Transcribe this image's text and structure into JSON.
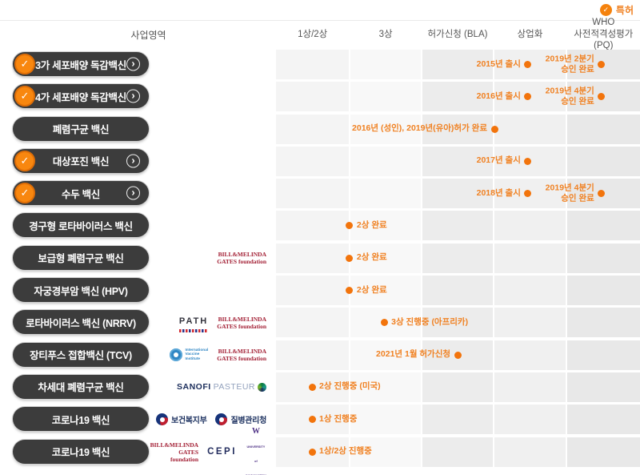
{
  "legend": {
    "label": "특허"
  },
  "icons": {
    "check": "✓",
    "chevron": "›"
  },
  "colors": {
    "accent_orange": "#f2740c",
    "text_orange": "#f08122",
    "pill_dark": "#3c3c3c",
    "gates_red": "#a32035",
    "uw_purple": "#4b2e83",
    "cell_shades": [
      "#f4f4f4",
      "#f8f8f8",
      "#ececec",
      "#f0f0f0",
      "#e8e8e8"
    ]
  },
  "columns": {
    "business_label": "사업영역",
    "stages": [
      "1상/2상",
      "3상",
      "허가신청 (BLA)",
      "상업화",
      "WHO\n사전적격성평가(PQ)"
    ]
  },
  "logos_def": {
    "gates": {
      "name": "bill-melinda-gates-foundation-logo",
      "text": "BILL&MELINDA\nGATES foundation"
    },
    "path": {
      "name": "path-logo",
      "text": "PATH"
    },
    "ivi": {
      "name": "international-vaccine-institute-logo",
      "text": "International\nVaccine\nInstitute"
    },
    "sanofi": {
      "name": "sanofi-pasteur-logo",
      "bold": "SANOFI",
      "light": "PASTEUR"
    },
    "mohw": {
      "name": "ministry-of-health-welfare-logo",
      "text": "보건복지부"
    },
    "kdca": {
      "name": "korea-disease-control-agency-logo",
      "text": "질병관리청"
    },
    "cepi": {
      "name": "cepi-logo",
      "text": "CEPI"
    },
    "uw": {
      "name": "university-of-washington-logo",
      "w": "W",
      "sub": "UNIVERSITY of\nWASHINGTON"
    }
  },
  "rows": [
    {
      "name": "3가 세포배양 독감백신",
      "patented": true,
      "chevron": true,
      "logos": [],
      "milestones": [
        {
          "label": "2015년 출시",
          "x": 69.2,
          "side": "left"
        },
        {
          "label": "2019년 2분기\n승인 완료",
          "x": 89.4,
          "side": "left"
        }
      ]
    },
    {
      "name": "4가 세포배양 독감백신",
      "patented": true,
      "chevron": true,
      "logos": [],
      "milestones": [
        {
          "label": "2016년 출시",
          "x": 69.2,
          "side": "left"
        },
        {
          "label": "2019년 4분기\n승인 완료",
          "x": 89.4,
          "side": "left"
        }
      ]
    },
    {
      "name": "폐렴구균 백신",
      "patented": false,
      "chevron": false,
      "logos": [],
      "milestones": [
        {
          "label": "2016년 (성인), 2019년(유아)허가 완료",
          "x": 60.0,
          "side": "left"
        }
      ]
    },
    {
      "name": "대상포진 백신",
      "patented": true,
      "chevron": true,
      "logos": [],
      "milestones": [
        {
          "label": "2017년 출시",
          "x": 69.2,
          "side": "left"
        }
      ]
    },
    {
      "name": "수두 백신",
      "patented": true,
      "chevron": true,
      "logos": [],
      "milestones": [
        {
          "label": "2018년 출시",
          "x": 69.2,
          "side": "left"
        },
        {
          "label": "2019년 4분기\n승인 완료",
          "x": 89.4,
          "side": "left"
        }
      ]
    },
    {
      "name": "경구형 로타바이러스 백신",
      "patented": false,
      "chevron": false,
      "logos": [],
      "milestones": [
        {
          "label": "2상 완료",
          "x": 20.2,
          "side": "right"
        }
      ]
    },
    {
      "name": "보급형 폐렴구균 백신",
      "patented": false,
      "chevron": false,
      "logos": [
        "gates"
      ],
      "milestones": [
        {
          "label": "2상 완료",
          "x": 20.2,
          "side": "right"
        }
      ]
    },
    {
      "name": "자궁경부암 백신 (HPV)",
      "patented": false,
      "chevron": false,
      "logos": [],
      "milestones": [
        {
          "label": "2상 완료",
          "x": 20.2,
          "side": "right"
        }
      ]
    },
    {
      "name": "로타바이러스 백신 (NRRV)",
      "patented": false,
      "chevron": false,
      "logos": [
        "path",
        "gates"
      ],
      "milestones": [
        {
          "label": "3상 진행중 (아프리카)",
          "x": 29.7,
          "side": "right"
        }
      ]
    },
    {
      "name": "장티푸스 접합백신 (TCV)",
      "patented": false,
      "chevron": false,
      "logos": [
        "ivi",
        "gates"
      ],
      "milestones": [
        {
          "label": "2021년 1월 허가신청",
          "x": 49.9,
          "side": "left"
        }
      ]
    },
    {
      "name": "차세대 폐렴구균 백신",
      "patented": false,
      "chevron": false,
      "logos": [
        "sanofi"
      ],
      "milestones": [
        {
          "label": "2상 진행중 (미국)",
          "x": 9.9,
          "side": "right"
        }
      ]
    },
    {
      "name": "코로나19 백신",
      "patented": false,
      "chevron": false,
      "logos": [
        "mohw",
        "kdca"
      ],
      "milestones": [
        {
          "label": "1상 진행중",
          "x": 9.9,
          "side": "right"
        }
      ]
    },
    {
      "name": "코로나19 백신",
      "patented": false,
      "chevron": false,
      "logos": [
        "gates",
        "cepi",
        "uw"
      ],
      "milestones": [
        {
          "label": "1상/2상 진행중",
          "x": 9.9,
          "side": "right"
        }
      ]
    }
  ]
}
